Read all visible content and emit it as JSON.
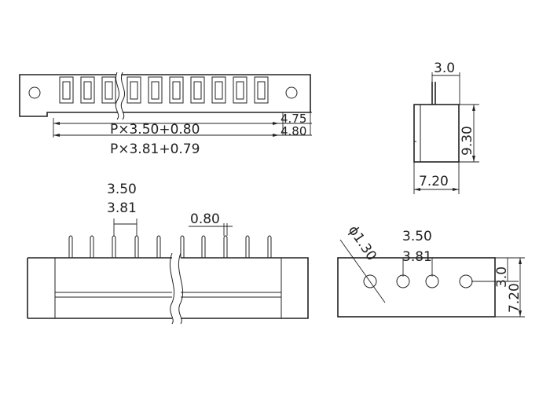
{
  "dimensions": {
    "top_view": {
      "height_a": "4.75",
      "height_b": "4.80",
      "length_formula_a": "P×3.50+0.80",
      "length_formula_b": "P×3.81+0.79"
    },
    "side_view": {
      "pin_offset": "3.0",
      "height": "9.30",
      "width": "7.20"
    },
    "front_view": {
      "pitch_a": "3.50",
      "pitch_b": "3.81",
      "pin_size": "0.80"
    },
    "bottom_view": {
      "hole_diameter": "ϕ1.30",
      "pitch_a": "3.50",
      "pitch_b": "3.81",
      "hole_offset": "3.0",
      "depth": "7.20"
    }
  }
}
